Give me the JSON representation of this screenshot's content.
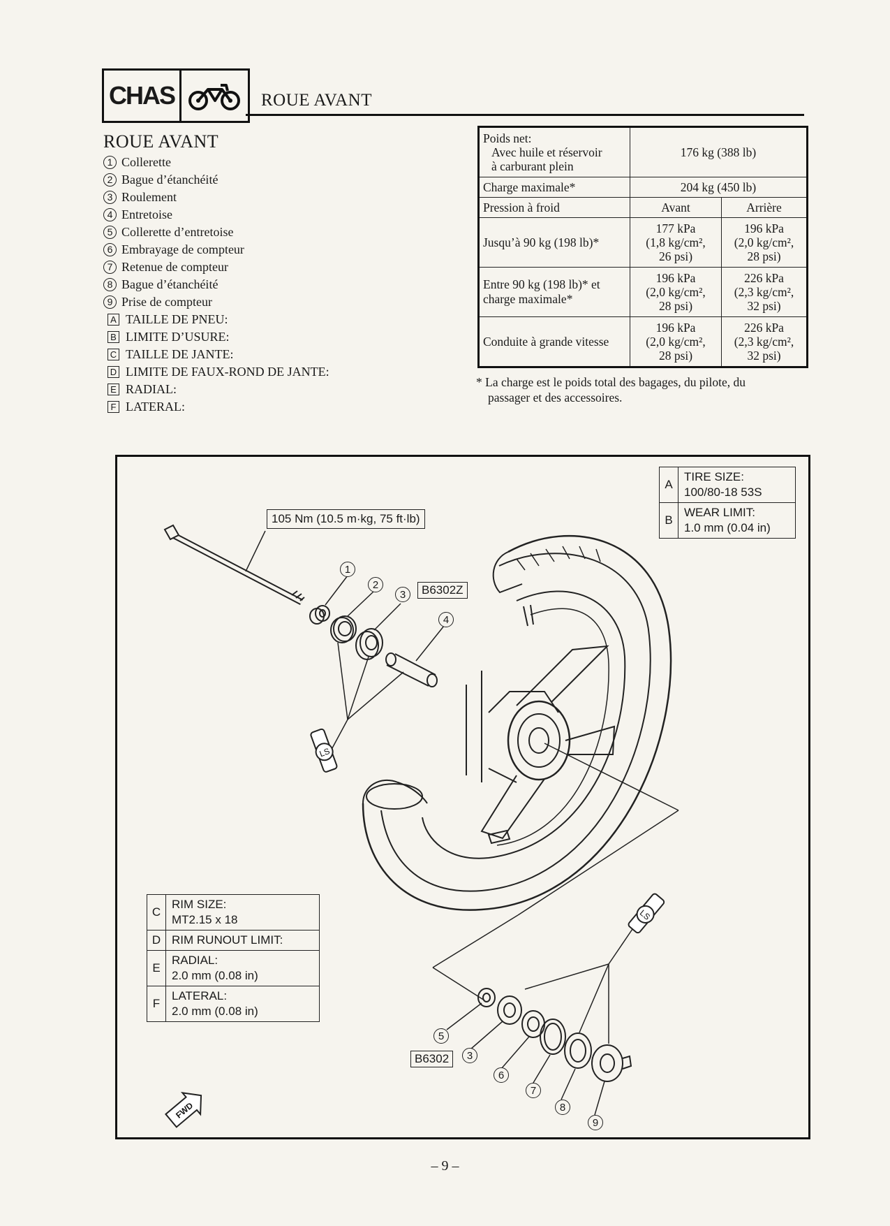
{
  "header": {
    "section_code": "CHAS",
    "section_icon": "motorcycle-icon",
    "title": "ROUE AVANT"
  },
  "legend": {
    "title": "ROUE AVANT",
    "items": [
      {
        "marker": "1",
        "label": "Collerette"
      },
      {
        "marker": "2",
        "label": "Bague d’étanchéité"
      },
      {
        "marker": "3",
        "label": "Roulement"
      },
      {
        "marker": "4",
        "label": "Entretoise"
      },
      {
        "marker": "5",
        "label": "Collerette d’entretoise"
      },
      {
        "marker": "6",
        "label": "Embrayage de compteur"
      },
      {
        "marker": "7",
        "label": "Retenue de compteur"
      },
      {
        "marker": "8",
        "label": "Bague d’étanchéité"
      },
      {
        "marker": "9",
        "label": "Prise de compteur"
      },
      {
        "marker": "A",
        "label": "TAILLE DE PNEU:"
      },
      {
        "marker": "B",
        "label": "LIMITE D’USURE:"
      },
      {
        "marker": "C",
        "label": "TAILLE DE JANTE:"
      },
      {
        "marker": "D",
        "label": "LIMITE DE FAUX-ROND DE JANTE:"
      },
      {
        "marker": "E",
        "label": "RADIAL:"
      },
      {
        "marker": "F",
        "label": "LATERAL:"
      }
    ]
  },
  "spec_table": {
    "net_weight_label_1": "Poids net:",
    "net_weight_label_2": "Avec huile et réservoir",
    "net_weight_label_3": "à carburant plein",
    "net_weight_value": "176 kg (388 lb)",
    "max_load_label": "Charge maximale*",
    "max_load_value": "204 kg (450 lb)",
    "cold_pressure_label": "Pression à froid",
    "front_header": "Avant",
    "rear_header": "Arrière",
    "rows": [
      {
        "label_1": "Jusqu’à 90 kg (198 lb)*",
        "label_2": "",
        "front_1": "177 kPa",
        "front_2": "(1,8 kg/cm², ",
        "front_3": "26 psi)",
        "rear_1": "196 kPa",
        "rear_2": "(2,0 kg/cm², ",
        "rear_3": "28 psi)"
      },
      {
        "label_1": "Entre 90 kg (198 lb)* et",
        "label_2": "charge maximale*",
        "front_1": "196 kPa",
        "front_2": "(2,0 kg/cm², ",
        "front_3": "28 psi)",
        "rear_1": "226 kPa",
        "rear_2": "(2,3 kg/cm², ",
        "rear_3": "32 psi)"
      },
      {
        "label_1": "Conduite à grande vitesse",
        "label_2": "",
        "front_1": "196 kPa",
        "front_2": "(2,0 kg/cm², ",
        "front_3": "28 psi)",
        "rear_1": "226 kPa",
        "rear_2": "(2,3 kg/cm², ",
        "rear_3": "32 psi)"
      }
    ]
  },
  "footnote": {
    "line_1": "* La charge est le poids total des bagages, du pilote, du",
    "line_2": "passager et des accessoires."
  },
  "diagram": {
    "torque": "105 Nm (10.5 m·kg, 75 ft·lb)",
    "bearing_code_1": "B6302Z",
    "bearing_code_2": "B6302",
    "grease_label": "LS",
    "fwd_label": "FWD",
    "callouts": [
      "1",
      "2",
      "3",
      "4",
      "5",
      "3",
      "6",
      "7",
      "8",
      "9"
    ],
    "tire_box": {
      "a_key": "A",
      "a_label": "TIRE SIZE:",
      "a_value": "100/80-18 53S",
      "b_key": "B",
      "b_label": "WEAR LIMIT:",
      "b_value": "1.0 mm (0.04 in)"
    },
    "rim_box": {
      "c_key": "C",
      "c_label": "RIM SIZE:",
      "c_value": "MT2.15 x 18",
      "d_key": "D",
      "d_label": "RIM RUNOUT LIMIT:",
      "e_key": "E",
      "e_label": "RADIAL:",
      "e_value": "2.0 mm (0.08 in)",
      "f_key": "F",
      "f_label": "LATERAL:",
      "f_value": "2.0 mm (0.08 in)"
    }
  },
  "page_number": "– 9 –"
}
